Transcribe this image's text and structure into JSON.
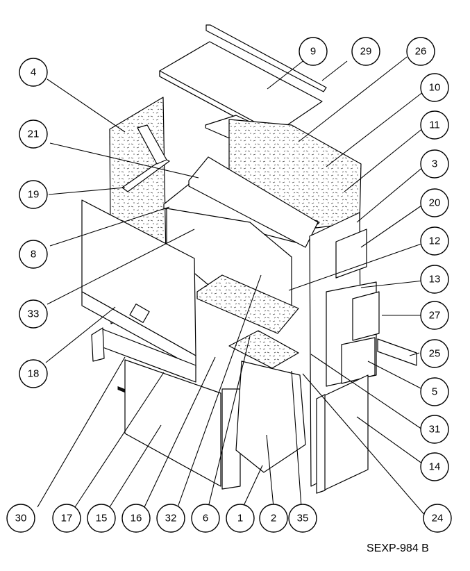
{
  "drawing": {
    "number": "SEXP-984 B",
    "callouts": [
      {
        "label": "9"
      },
      {
        "label": "29"
      },
      {
        "label": "26"
      },
      {
        "label": "10"
      },
      {
        "label": "11"
      },
      {
        "label": "3"
      },
      {
        "label": "20"
      },
      {
        "label": "12"
      },
      {
        "label": "13"
      },
      {
        "label": "27"
      },
      {
        "label": "25"
      },
      {
        "label": "5"
      },
      {
        "label": "31"
      },
      {
        "label": "14"
      },
      {
        "label": "24"
      },
      {
        "label": "35"
      },
      {
        "label": "2"
      },
      {
        "label": "1"
      },
      {
        "label": "6"
      },
      {
        "label": "32"
      },
      {
        "label": "16"
      },
      {
        "label": "15"
      },
      {
        "label": "17"
      },
      {
        "label": "30"
      },
      {
        "label": "18"
      },
      {
        "label": "33"
      },
      {
        "label": "8"
      },
      {
        "label": "19"
      },
      {
        "label": "21"
      },
      {
        "label": "4"
      }
    ]
  }
}
